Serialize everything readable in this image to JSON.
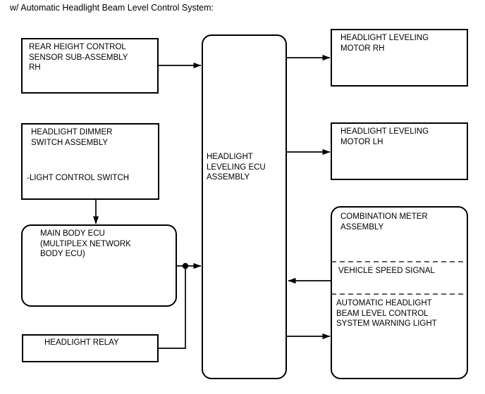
{
  "caption": "w/ Automatic Headlight Beam Level Control System:",
  "diagram": {
    "type": "block-diagram",
    "title": "Automatic Headlight Beam Level Control System",
    "blocks": {
      "rear_height_sensor": {
        "label": "REAR HEIGHT CONTROL\nSENSOR SUB-ASSEMBLY\nRH",
        "shape": "rectangle"
      },
      "headlight_dimmer_switch": {
        "label": "HEADLIGHT DIMMER\nSWITCH ASSEMBLY",
        "sub_label": "-LIGHT CONTROL SWITCH",
        "shape": "rectangle"
      },
      "main_body_ecu": {
        "label": "MAIN BODY ECU\n(MULTIPLEX NETWORK\nBODY ECU)",
        "shape": "rounded-rectangle"
      },
      "headlight_relay": {
        "label": "HEADLIGHT RELAY",
        "shape": "rectangle"
      },
      "headlight_leveling_ecu": {
        "label": "HEADLIGHT\nLEVELING ECU\nASSEMBLY",
        "shape": "rounded-rectangle"
      },
      "headlight_leveling_motor_rh": {
        "label": "HEADLIGHT LEVELING\nMOTOR RH",
        "shape": "rectangle"
      },
      "headlight_leveling_motor_lh": {
        "label": "HEADLIGHT LEVELING\nMOTOR LH",
        "shape": "rectangle"
      },
      "combination_meter": {
        "label": "COMBINATION METER\nASSEMBLY",
        "shape": "rounded-rectangle",
        "section_vehicle_speed": "VEHICLE SPEED SIGNAL",
        "section_warning_light": "AUTOMATIC HEADLIGHT\nBEAM LEVEL CONTROL\nSYSTEM WARNING LIGHT"
      }
    },
    "connections": [
      {
        "from": "rear_height_sensor",
        "to": "headlight_leveling_ecu",
        "direction": "right"
      },
      {
        "from": "headlight_dimmer_switch",
        "to": "main_body_ecu",
        "direction": "down"
      },
      {
        "from": "main_body_ecu",
        "to": "headlight_leveling_ecu",
        "direction": "right"
      },
      {
        "from": "headlight_relay",
        "to": "headlight_leveling_ecu",
        "direction": "right"
      },
      {
        "from": "headlight_leveling_ecu",
        "to": "headlight_leveling_motor_rh",
        "direction": "right"
      },
      {
        "from": "headlight_leveling_ecu",
        "to": "headlight_leveling_motor_lh",
        "direction": "right"
      },
      {
        "from": "combination_meter",
        "to": "headlight_leveling_ecu",
        "direction": "left"
      },
      {
        "from": "headlight_leveling_ecu",
        "to": "combination_meter",
        "direction": "right"
      }
    ],
    "colors": {
      "line": "#000000",
      "background": "#ffffff",
      "text": "#000000"
    }
  }
}
